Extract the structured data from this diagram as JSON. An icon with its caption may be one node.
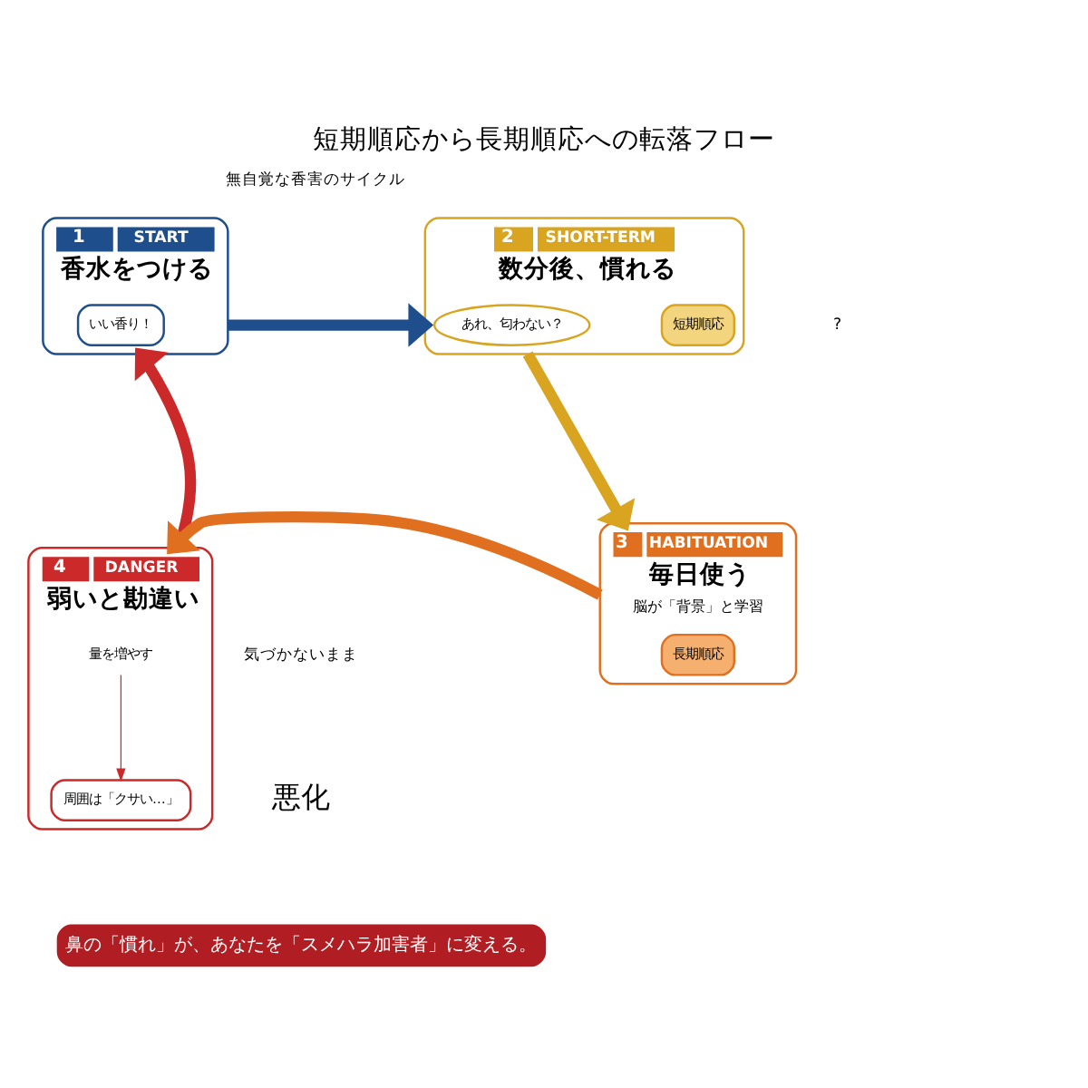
{
  "diagram": {
    "title": "短期順応から長期順応への転落フロー",
    "nodes": [
      {
        "text": [
          "1",
          "START",
          "香水をつける"
        ]
      },
      {
        "text": [
          "いい香り！"
        ],
        "in": 0
      },
      {
        "text": [
          "2",
          "SHORT-TERM",
          "数分後、慣れる"
        ]
      },
      {
        "text": [
          "あれ、匂わない？"
        ],
        "in": 2
      },
      {
        "text": [
          "短期順応"
        ],
        "in": 2
      },
      {
        "text": [
          "4",
          "DANGER",
          "弱いと勘違い"
        ]
      },
      {
        "text": [
          "量を増やす"
        ],
        "in": 5
      },
      {
        "text": [
          "周囲は「クサい…」"
        ],
        "in": 5
      },
      {
        "text": [
          "3",
          "HABITUATION",
          "毎日使う",
          "脳が「背景」と学習"
        ]
      },
      {
        "text": [
          "長期順応"
        ],
        "in": 8
      },
      {
        "text": [
          "鼻の「慣れ」が、あなたを「スメハラ加害者」に変える。"
        ]
      }
    ],
    "edges": [
      {
        "from": 0,
        "to": 2,
        "arrow": "to",
        "color": "#1f4e8c"
      },
      {
        "from": 2,
        "to": 8,
        "arrow": "to",
        "color": "#d9a520"
      },
      {
        "from": 8,
        "to": 5,
        "arrow": "to",
        "color": "#e07020"
      },
      {
        "from": 5,
        "to": 0,
        "arrow": "to",
        "color": "#cc2a2a"
      },
      {
        "from": 6,
        "to": 7,
        "arrow": "to",
        "color": "#cc2a2a"
      }
    ],
    "labels": [
      "無自覚な香害のサイクル",
      "?",
      "気づかないまま",
      "悪化"
    ]
  }
}
